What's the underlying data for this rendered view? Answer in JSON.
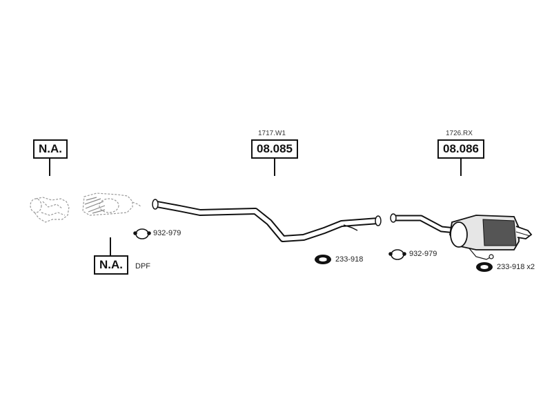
{
  "parts": [
    {
      "id": "na-top",
      "code": "N.A.",
      "ref": ""
    },
    {
      "id": "na-bottom",
      "code": "N.A.",
      "ref": "",
      "note": "DPF"
    },
    {
      "id": "mid-pipe",
      "code": "08.085",
      "ref": "1717.W1"
    },
    {
      "id": "rear-silencer",
      "code": "08.086",
      "ref": "1726.RX"
    }
  ],
  "hardware": [
    {
      "id": "clamp-1",
      "code": "932-979",
      "icon": "clamp-icon"
    },
    {
      "id": "clamp-2",
      "code": "932-979",
      "icon": "clamp-icon"
    },
    {
      "id": "mount-1",
      "code": "233-918",
      "icon": "rubber-mount-icon"
    },
    {
      "id": "mount-2",
      "code": "233-918 x2",
      "icon": "rubber-mount-icon"
    }
  ],
  "colors": {
    "line": "#111111",
    "ghost": "#999999"
  }
}
